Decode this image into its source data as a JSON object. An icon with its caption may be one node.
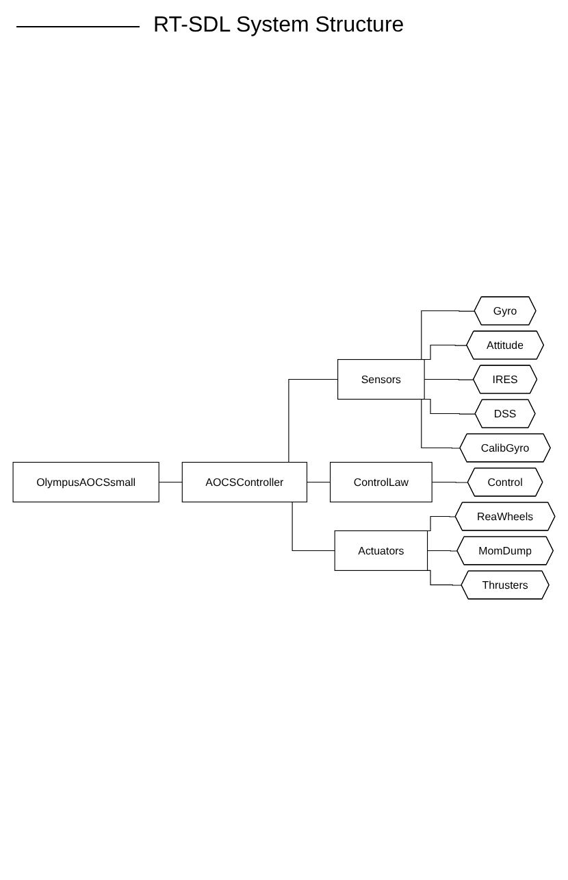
{
  "diagram": {
    "title": "RT-SDL System Structure",
    "nodes": [
      {
        "text": [
          "OlympusAOCSsmall"
        ]
      },
      {
        "text": [
          "AOCSController"
        ]
      },
      {
        "text": [
          "Sensors"
        ]
      },
      {
        "text": [
          "Gyro"
        ]
      },
      {
        "text": [
          "Attitude"
        ]
      },
      {
        "text": [
          "IRES"
        ]
      },
      {
        "text": [
          "DSS"
        ]
      },
      {
        "text": [
          "CalibGyro"
        ]
      },
      {
        "text": [
          "ControlLaw"
        ]
      },
      {
        "text": [
          "Control"
        ]
      },
      {
        "text": [
          "Actuators"
        ]
      },
      {
        "text": [
          "ReaWheels"
        ]
      },
      {
        "text": [
          "MomDump"
        ]
      },
      {
        "text": [
          "Thrusters"
        ]
      }
    ],
    "edges": [
      {
        "from": 0,
        "to": 1,
        "arrow": "none"
      },
      {
        "from": 1,
        "to": 2,
        "arrow": "none"
      },
      {
        "from": 1,
        "to": 8,
        "arrow": "none"
      },
      {
        "from": 1,
        "to": 10,
        "arrow": "none"
      },
      {
        "from": 2,
        "to": 3,
        "arrow": "none"
      },
      {
        "from": 2,
        "to": 4,
        "arrow": "none"
      },
      {
        "from": 2,
        "to": 5,
        "arrow": "none"
      },
      {
        "from": 2,
        "to": 6,
        "arrow": "none"
      },
      {
        "from": 2,
        "to": 7,
        "arrow": "none"
      },
      {
        "from": 8,
        "to": 9,
        "arrow": "none"
      },
      {
        "from": 10,
        "to": 11,
        "arrow": "none"
      },
      {
        "from": 10,
        "to": 12,
        "arrow": "none"
      },
      {
        "from": 10,
        "to": 13,
        "arrow": "none"
      }
    ]
  }
}
